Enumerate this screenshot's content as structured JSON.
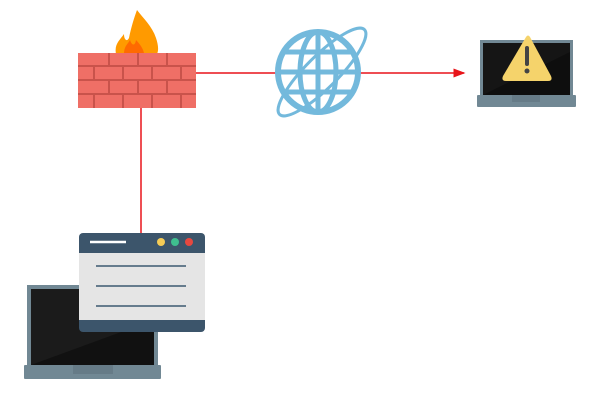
{
  "diagram": {
    "nodes": [
      {
        "id": "firewall",
        "icon": "firewall-icon"
      },
      {
        "id": "internet",
        "icon": "globe-icon"
      },
      {
        "id": "compromised-laptop",
        "icon": "warning-laptop-icon"
      },
      {
        "id": "client",
        "icon": "laptop-with-browser-window-icon"
      }
    ],
    "edges": [
      {
        "from": "client",
        "to": "firewall",
        "arrow": false
      },
      {
        "from": "firewall",
        "to": "internet",
        "arrow": false
      },
      {
        "from": "internet",
        "to": "compromised-laptop",
        "arrow": true
      }
    ],
    "colors": {
      "connector": "#e8141a",
      "brick": "#ef6f66",
      "mortar": "#c9534b",
      "flame_outer": "#ff9a00",
      "flame_inner": "#ff6a00",
      "globe": "#73b9dc",
      "laptop_body": "#718894",
      "screen": "#151515",
      "warning": "#f5d36b",
      "window_header": "#3c556b",
      "window_body": "#e5e5e5",
      "dot_yellow": "#f5cc56",
      "dot_green": "#3fbf8f",
      "dot_red": "#e7483f"
    }
  }
}
